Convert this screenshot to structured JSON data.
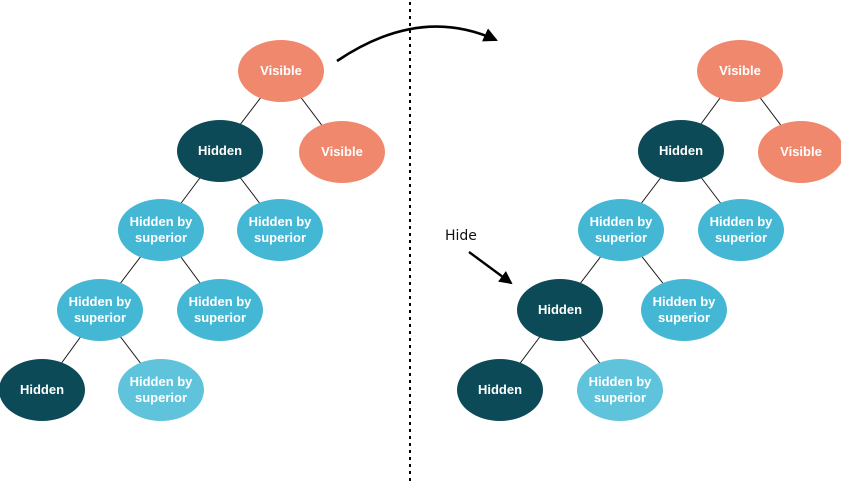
{
  "diagram": {
    "description_labels": {
      "visible": "Visible",
      "hidden": "Hidden",
      "hidden_by_superior": "Hidden by superior"
    },
    "colors": {
      "visible_node": "#F0886D",
      "hidden_node": "#0D4A58",
      "hidden_by_superior_node": "#44B7D4",
      "hidden_by_superior_node_light": "#5FC3DB",
      "node_text": "#FFFFFF",
      "edge": "#1B1B1B",
      "arrow": "#000000"
    }
  },
  "trees": {
    "left": {
      "nodes": [
        {
          "label": "Visible",
          "state": "visible"
        },
        {
          "label": "Hidden",
          "state": "hidden"
        },
        {
          "label": "Visible",
          "state": "visible"
        },
        {
          "label": "Hidden by superior",
          "state": "hidden-by-superior"
        },
        {
          "label": "Hidden by superior",
          "state": "hidden-by-superior"
        },
        {
          "label": "Hidden by superior",
          "state": "hidden-by-superior"
        },
        {
          "label": "Hidden by superior",
          "state": "hidden-by-superior"
        },
        {
          "label": "Hidden",
          "state": "hidden"
        },
        {
          "label": "Hidden by superior",
          "state": "hidden-by-superior"
        }
      ],
      "edges": [
        [
          0,
          1
        ],
        [
          0,
          2
        ],
        [
          1,
          3
        ],
        [
          1,
          4
        ],
        [
          3,
          5
        ],
        [
          3,
          6
        ],
        [
          5,
          7
        ],
        [
          5,
          8
        ]
      ]
    },
    "right": {
      "nodes": [
        {
          "label": "Visible",
          "state": "visible"
        },
        {
          "label": "Hidden",
          "state": "hidden"
        },
        {
          "label": "Visible",
          "state": "visible"
        },
        {
          "label": "Hidden by superior",
          "state": "hidden-by-superior"
        },
        {
          "label": "Hidden by superior",
          "state": "hidden-by-superior"
        },
        {
          "label": "Hidden",
          "state": "hidden"
        },
        {
          "label": "Hidden by superior",
          "state": "hidden-by-superior"
        },
        {
          "label": "Hidden",
          "state": "hidden"
        },
        {
          "label": "Hidden by superior",
          "state": "hidden-by-superior"
        }
      ],
      "edges": [
        [
          0,
          1
        ],
        [
          0,
          2
        ],
        [
          1,
          3
        ],
        [
          1,
          4
        ],
        [
          3,
          5
        ],
        [
          3,
          6
        ],
        [
          5,
          7
        ],
        [
          5,
          8
        ]
      ]
    }
  },
  "annotation": {
    "hide_label": "Hide"
  }
}
